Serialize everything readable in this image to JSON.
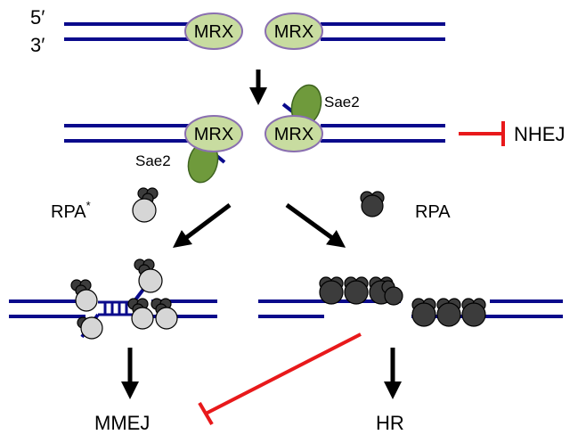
{
  "labels": {
    "strand_5prime": "5′",
    "strand_3prime": "3′",
    "mrx": "MRX",
    "sae2": "Sae2",
    "nhej": "NHEJ",
    "rpa_star": "RPA",
    "rpa_star_superscript": "*",
    "rpa": "RPA",
    "mmej": "MMEJ",
    "hr": "HR"
  },
  "colors": {
    "dna": "#0a0a8c",
    "mrx_fill": "#c8dca0",
    "mrx_stroke": "#8a6fb0",
    "sae2_fill": "#6f9a3c",
    "sae2_stroke": "#3f6420",
    "inhibition": "#e8191b",
    "arrow": "#000000",
    "rpa_star_fill": "#d6d6d6",
    "rpa_dark_fill": "#3c3c3c"
  },
  "icons": [
    "rpa-star-complex-icon",
    "rpa-complex-icon"
  ]
}
